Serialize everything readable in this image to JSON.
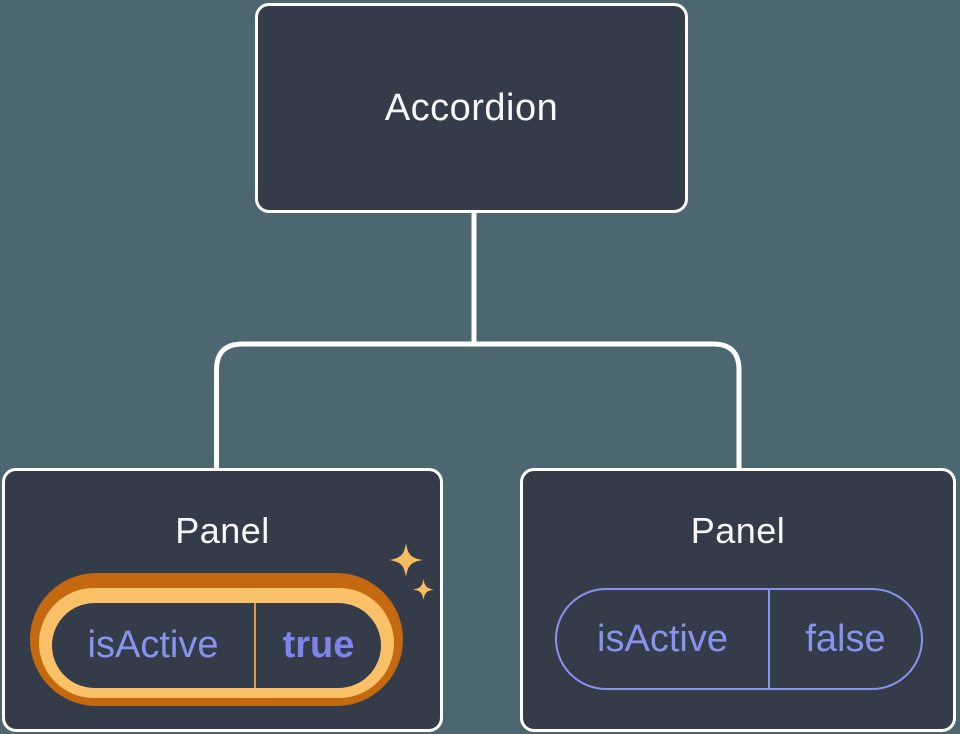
{
  "diagram": {
    "description": "component-tree",
    "root": {
      "label": "Accordion"
    },
    "children": [
      {
        "label": "Panel",
        "prop": {
          "name": "isActive",
          "value": "true"
        },
        "highlighted": true,
        "icon": "sparkles-icon"
      },
      {
        "label": "Panel",
        "prop": {
          "name": "isActive",
          "value": "false"
        },
        "highlighted": false
      }
    ]
  },
  "colors": {
    "background": "#4C6770",
    "node_fill": "#353C49",
    "node_border": "#FFFFFF",
    "connector": "#FFFFFF",
    "highlight_ring_outer": "#C4690F",
    "highlight_ring_inner": "#FAC168",
    "highlight_divider": "#DD9A3E",
    "prop_purple": "#8A92F0",
    "prop_value_bold_purple": "#7E84EC",
    "sparkle": "#F8BC60"
  }
}
